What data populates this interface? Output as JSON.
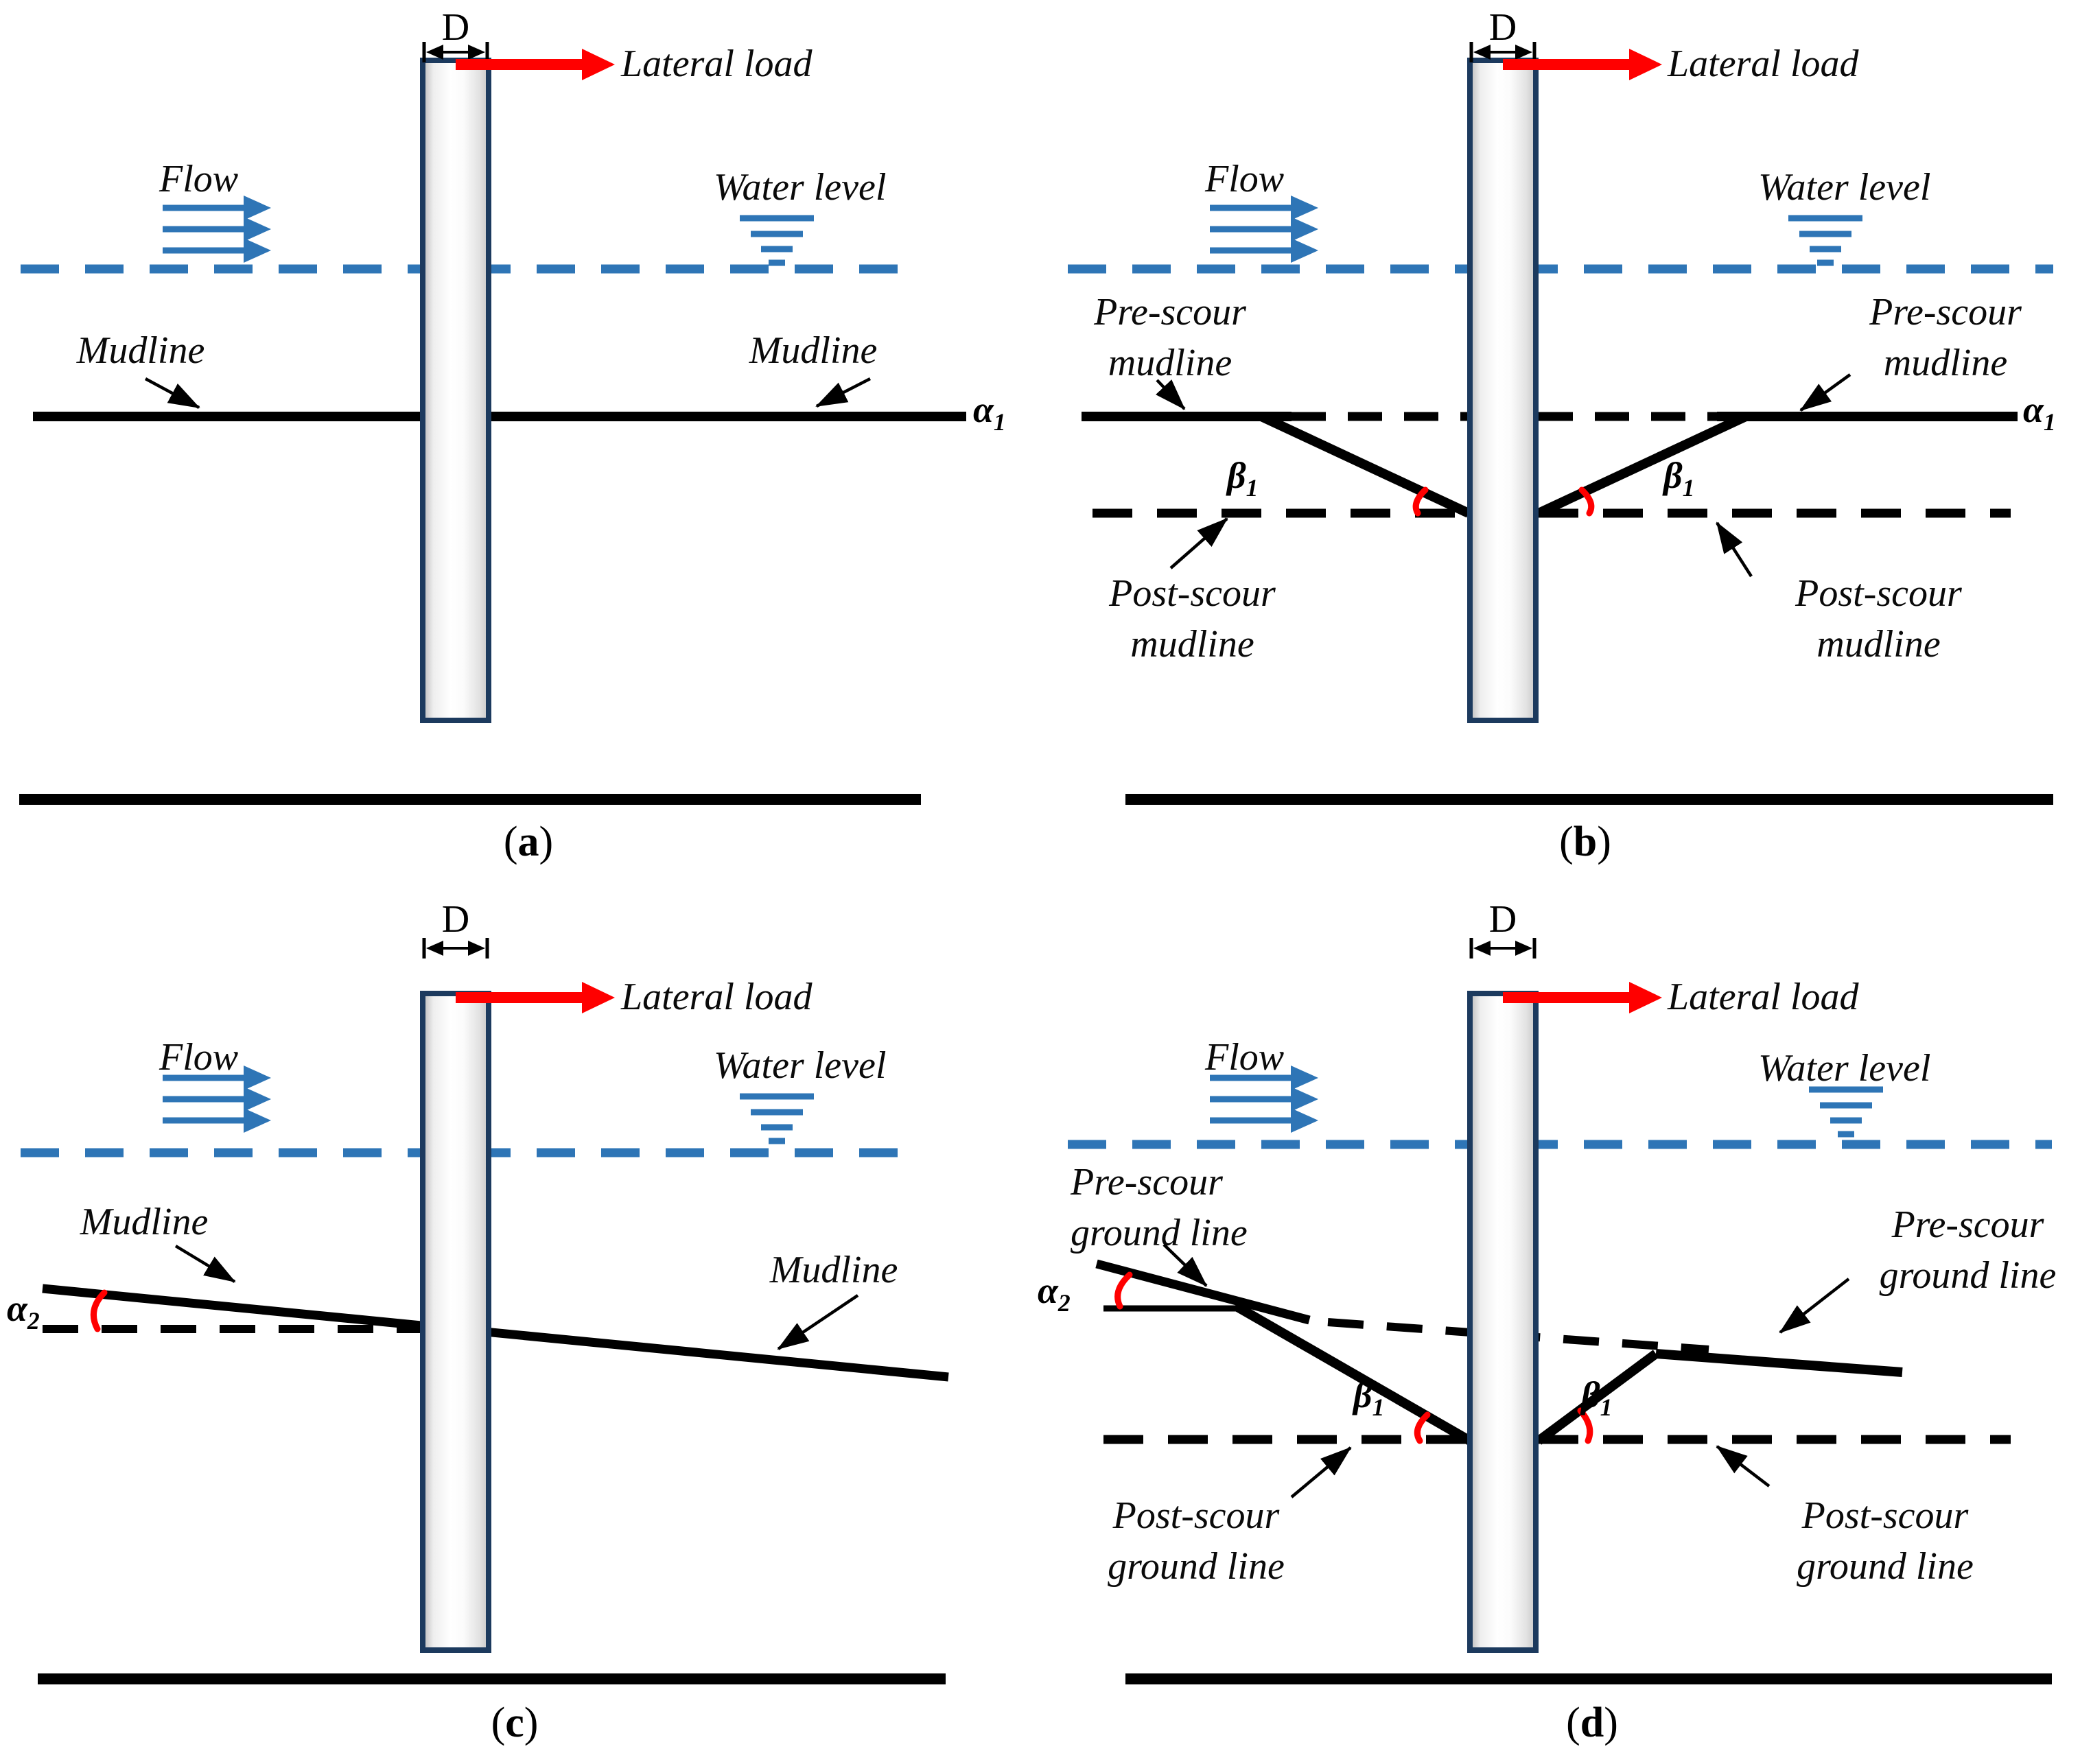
{
  "figure": {
    "colors": {
      "water_blue": "#2E75B6",
      "load_red": "#FF0000",
      "pile_outline": "#1C3A5E",
      "line_black": "#000000"
    },
    "icons": {
      "flow": "flow-arrows",
      "water": "water-level-symbol",
      "lateral": "lateral-load-arrow",
      "diameter": "diameter-dimension-arrow"
    },
    "panels": {
      "a": {
        "diameter": "D",
        "lateral_load": "Lateral load",
        "flow": "Flow",
        "water_level": "Water level",
        "mudline_left": "Mudline",
        "mudline_right": "Mudline",
        "alpha": {
          "base": "α",
          "sub": "1"
        },
        "caption": {
          "open": "(",
          "letter": "a",
          "close": ")"
        }
      },
      "b": {
        "diameter": "D",
        "lateral_load": "Lateral load",
        "flow": "Flow",
        "water_level": "Water level",
        "pre_scour_left": {
          "line1": "Pre-scour",
          "line2": "mudline"
        },
        "pre_scour_right": {
          "line1": "Pre-scour",
          "line2": "mudline"
        },
        "post_scour_left": {
          "line1": "Post-scour",
          "line2": "mudline"
        },
        "post_scour_right": {
          "line1": "Post-scour",
          "line2": "mudline"
        },
        "alpha": {
          "base": "α",
          "sub": "1"
        },
        "beta_left": {
          "base": "β",
          "sub": "1"
        },
        "beta_right": {
          "base": "β",
          "sub": "1"
        },
        "caption": {
          "open": "(",
          "letter": "b",
          "close": ")"
        }
      },
      "c": {
        "diameter": "D",
        "lateral_load": "Lateral load",
        "flow": "Flow",
        "water_level": "Water level",
        "mudline_left": "Mudline",
        "mudline_right": "Mudline",
        "alpha": {
          "base": "α",
          "sub": "2"
        },
        "caption": {
          "open": "(",
          "letter": "c",
          "close": ")"
        }
      },
      "d": {
        "diameter": "D",
        "lateral_load": "Lateral load",
        "flow": "Flow",
        "water_level": "Water level",
        "pre_scour_left": {
          "line1": "Pre-scour",
          "line2": "ground line"
        },
        "pre_scour_right": {
          "line1": "Pre-scour",
          "line2": "ground line"
        },
        "post_scour_left": {
          "line1": "Post-scour",
          "line2": "ground line"
        },
        "post_scour_right": {
          "line1": "Post-scour",
          "line2": "ground line"
        },
        "alpha": {
          "base": "α",
          "sub": "2"
        },
        "beta_left": {
          "base": "β",
          "sub": "1"
        },
        "beta_right": {
          "base": "β",
          "sub": "1"
        },
        "caption": {
          "open": "(",
          "letter": "d",
          "close": ")"
        }
      }
    }
  }
}
